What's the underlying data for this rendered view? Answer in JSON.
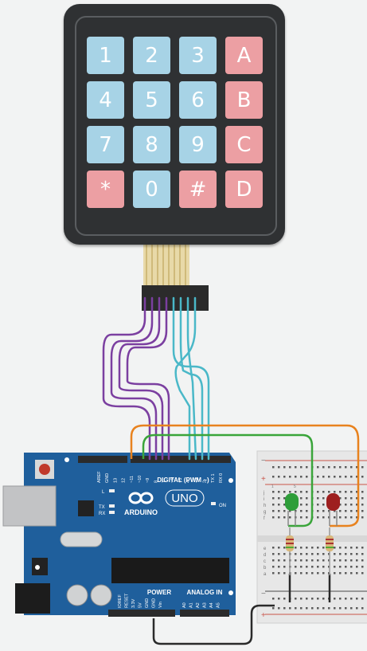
{
  "keypad": {
    "keys": [
      {
        "label": "1",
        "color": "blue"
      },
      {
        "label": "2",
        "color": "blue"
      },
      {
        "label": "3",
        "color": "blue"
      },
      {
        "label": "A",
        "color": "red"
      },
      {
        "label": "4",
        "color": "blue"
      },
      {
        "label": "5",
        "color": "blue"
      },
      {
        "label": "6",
        "color": "blue"
      },
      {
        "label": "B",
        "color": "red"
      },
      {
        "label": "7",
        "color": "blue"
      },
      {
        "label": "8",
        "color": "blue"
      },
      {
        "label": "9",
        "color": "blue"
      },
      {
        "label": "C",
        "color": "red"
      },
      {
        "label": "*",
        "color": "red"
      },
      {
        "label": "0",
        "color": "blue"
      },
      {
        "label": "#",
        "color": "red"
      },
      {
        "label": "D",
        "color": "red"
      }
    ]
  },
  "arduino": {
    "brand": "ARDUINO",
    "model": "UNO",
    "digital_header": "DIGITAL (PWM ~)",
    "power_header": "POWER",
    "analog_header": "ANALOG IN",
    "on_label": "ON",
    "l_label": "L",
    "tx_label": "TX",
    "rx_label": "RX",
    "digital_pins": [
      "AREF",
      "GND",
      "13",
      "12",
      "~11",
      "~10",
      "~9",
      "8",
      "7",
      "~6",
      "~5",
      "4",
      "~3",
      "2",
      "TX 1",
      "RX 0"
    ],
    "power_pins": [
      "IOREF",
      "RESET",
      "3.3V",
      "5V",
      "GND",
      "GND",
      "Vin"
    ],
    "analog_pins": [
      "A0",
      "A1",
      "A2",
      "A3",
      "A4",
      "A5"
    ]
  },
  "breadboard": {
    "rows": [
      "j",
      "i",
      "h",
      "g",
      "f",
      "e",
      "d",
      "c",
      "b",
      "a"
    ],
    "rail_minus": "−",
    "rail_plus": "+",
    "columns": [
      "1",
      "5"
    ]
  },
  "colors": {
    "board": "#1f5f9c",
    "wire_purple": "#7b3fa0",
    "wire_cyan": "#4ab8c8",
    "wire_orange": "#e8821e",
    "wire_green": "#3aa53a",
    "wire_black": "#2a2a2a",
    "led_green": "#2e9e3a",
    "led_red": "#9e1f1f"
  }
}
